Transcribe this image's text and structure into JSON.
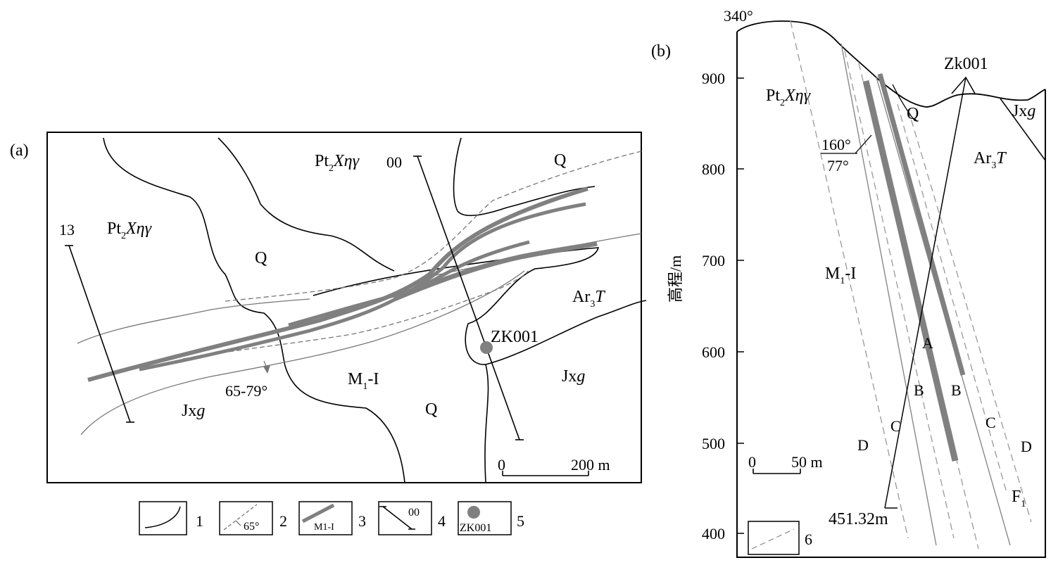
{
  "panel_a": {
    "panel_label": "(a)",
    "units": {
      "pt": {
        "base": "Pt",
        "sub": "2",
        "italic": "Xηγ"
      },
      "q": "Q",
      "ar": {
        "base": "Ar",
        "sub": "3",
        "italic": "T"
      },
      "jx": {
        "base": "Jx",
        "italic": "g"
      },
      "m1": {
        "base": "M",
        "sub": "1",
        "suffix": "-I"
      }
    },
    "section_labels": {
      "line_13": "13",
      "line_00": "00"
    },
    "dip_label": "65-79°",
    "drill_label": "ZK001",
    "scale": {
      "zero": "0",
      "end": "200 m"
    }
  },
  "legend": {
    "items": [
      {
        "number": "1",
        "label": ""
      },
      {
        "number": "2",
        "label": "65°"
      },
      {
        "number": "3",
        "label": "M1-I"
      },
      {
        "number": "4",
        "label": "00"
      },
      {
        "number": "5",
        "label": "ZK001"
      },
      {
        "number": "6",
        "label": ""
      }
    ]
  },
  "panel_b": {
    "panel_label": "(b)",
    "azimuth": "340°",
    "drill_label": "Zk001",
    "attitude_top": "160°",
    "attitude_bottom": "77°",
    "depth_label": "451.32m",
    "fault_label": {
      "base": "F",
      "sub": "1"
    },
    "units": {
      "pt": {
        "base": "Pt",
        "sub": "2",
        "italic": "Xηγ"
      },
      "q": "Q",
      "ar": {
        "base": "Ar",
        "sub": "3",
        "italic": "T"
      },
      "jx": {
        "base": "Jx",
        "italic": "g"
      },
      "m1": {
        "base": "M",
        "sub": "1",
        "suffix": "-I"
      }
    },
    "zone_letters": {
      "a": "A",
      "b_left": "B",
      "b_right": "B",
      "c_left": "C",
      "c_right": "C",
      "d_left": "D",
      "d_right": "D"
    },
    "y_axis": {
      "label": "高程/m",
      "ticks": [
        "900",
        "800",
        "700",
        "600",
        "500",
        "400"
      ]
    },
    "scale": {
      "zero": "0",
      "end": "50 m"
    }
  }
}
